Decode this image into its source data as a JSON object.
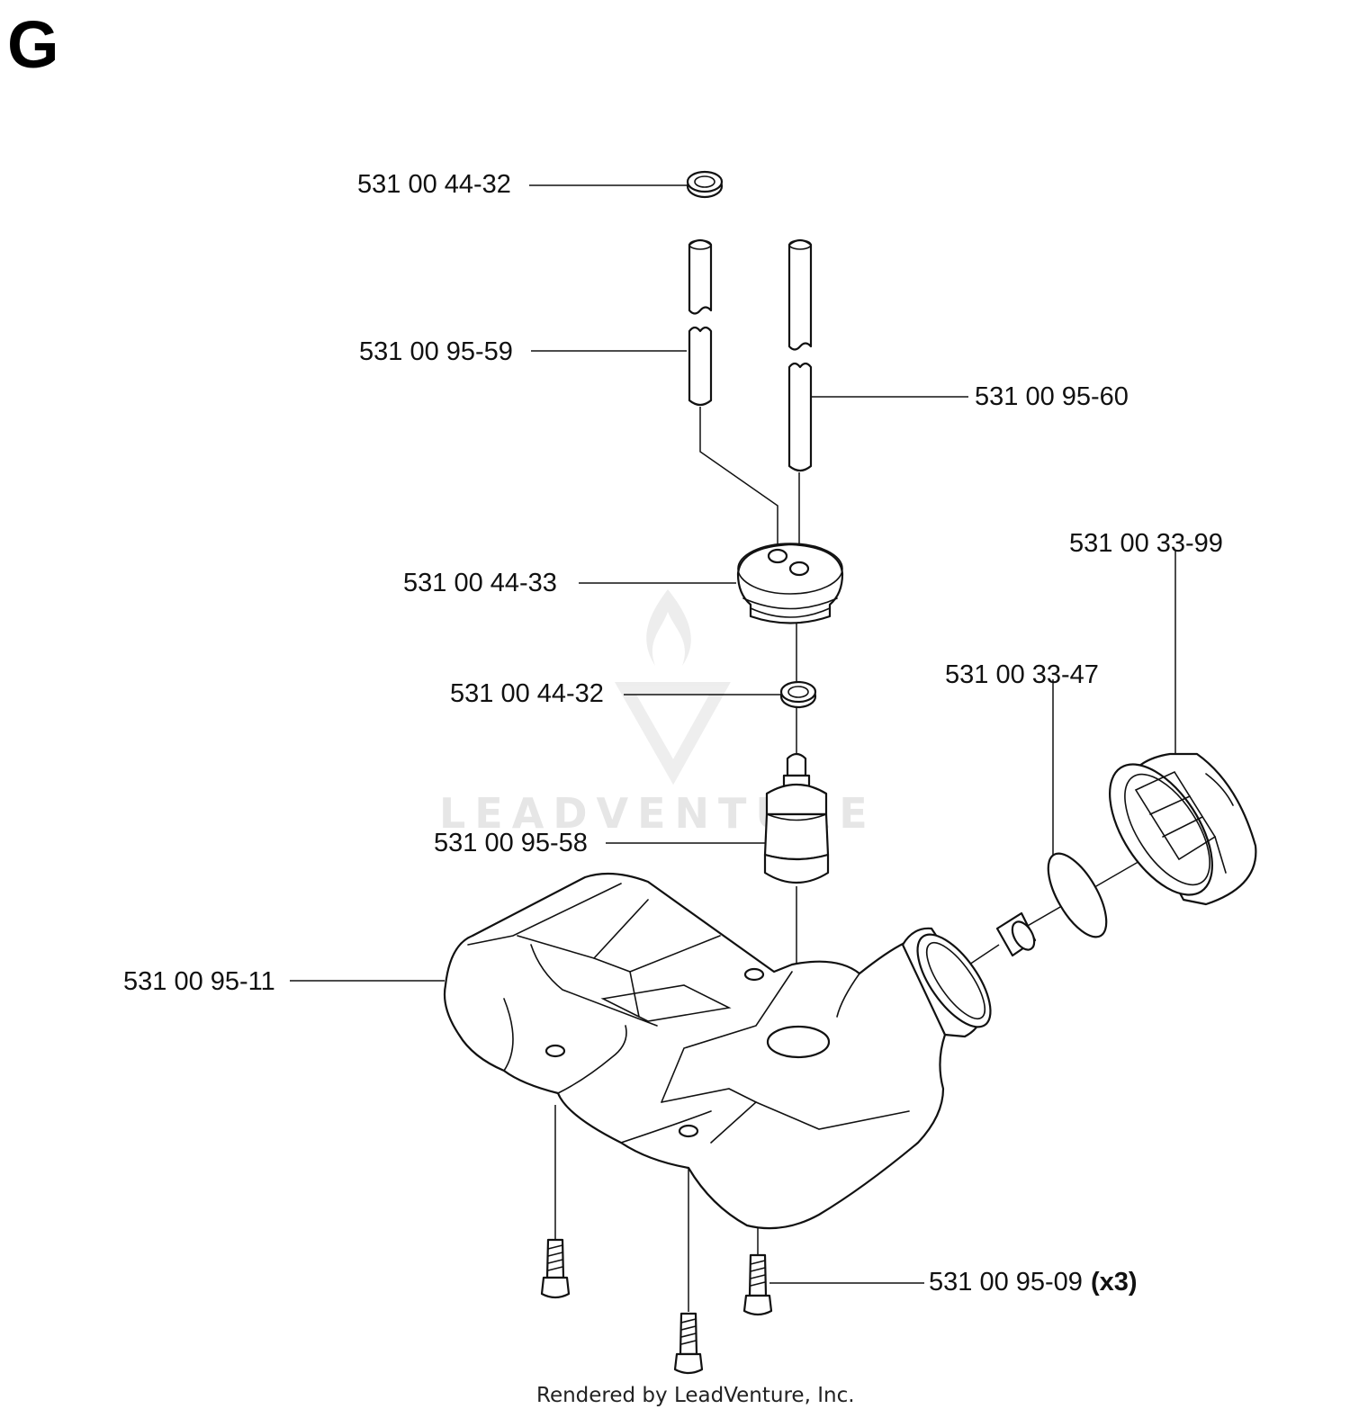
{
  "section_letter": "G",
  "watermark": "LEADVENTURE",
  "footer": "Rendered by LeadVenture, Inc.",
  "callouts": {
    "washer_top": "531 00 44-32",
    "fuel_hose_1": "531 00 95-59",
    "fuel_hose_2": "531 00 95-60",
    "grommet": "531 00 44-33",
    "washer_mid": "531 00 44-32",
    "fuel_filter": "531 00 95-58",
    "fuel_tank": "531 00 95-11",
    "vent_valve": "531 00 33-47",
    "fuel_cap": "531 00 33-99",
    "screw": "531 00 95-09",
    "screw_qty": "(x3)"
  }
}
